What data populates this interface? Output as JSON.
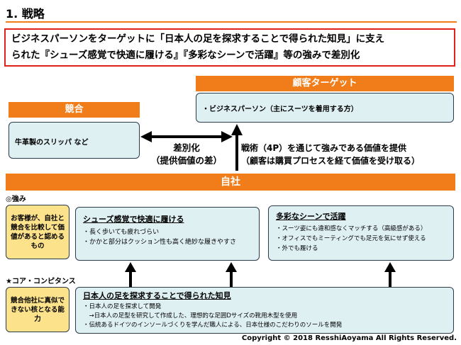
{
  "title": "1. 戦略",
  "headline": {
    "line1": "ビジネスパーソンをターゲットに「日本人の足を探求することで得られた知見」に支え",
    "line2": "られた『シューズ感覚で快適に履ける』『多彩なシーンで活躍』等の強みで差別化"
  },
  "target": {
    "header": "顧客ターゲット",
    "body": "・ビジネスパーソン（主にスーツを着用する方）"
  },
  "competition": {
    "header": "競合",
    "body": "牛革製のスリッパ など"
  },
  "differentiation": {
    "line1": "差別化",
    "line2": "（提供価値の差）"
  },
  "value_delivery": {
    "line1": "戦術（4P）を通じて強みである価値を提供",
    "line2": "（顧客は購買プロセスを経て価値を受け取る）"
  },
  "company": {
    "header": "自社"
  },
  "strengths": {
    "label": "◎強み",
    "yellow_note": "お客様が、自社と競合を比較して価値があると認めるもの",
    "box1": {
      "title": "シューズ感覚で快適に履ける",
      "items": [
        "・長く歩いても疲れづらい",
        "・かかと部分はクッション性も高く絶妙な履きやすさ"
      ]
    },
    "box2": {
      "title": "多彩なシーンで活躍",
      "items": [
        "・スーツ姿にも違和感なくマッチする（高級感がある）",
        "・オフィスでもミーティングでも足元を気にせず使える",
        "・外でも履ける"
      ]
    }
  },
  "core": {
    "label": "★コア・コンピタンス",
    "yellow_note": "競合他社に真似できない核となる能力",
    "title": "日本人の足を探求することで得られた知見",
    "items": [
      "・日本人の足を探求して開発",
      "　→日本人の足型を研究して作成した、理想的な足囲Dサイズの靴用木型を使用",
      "・伝統あるドイツのインソールづくりを学んだ職人による、日本仕様のこだわりのソールを開発"
    ]
  },
  "copyright": "Copyright © 2018 ResshiAoyama All Rights Reserved.",
  "colors": {
    "orange": "#f07d1a",
    "red_border": "#e0221b",
    "light_blue": "#dff0f3",
    "yellow": "#fde28c"
  }
}
